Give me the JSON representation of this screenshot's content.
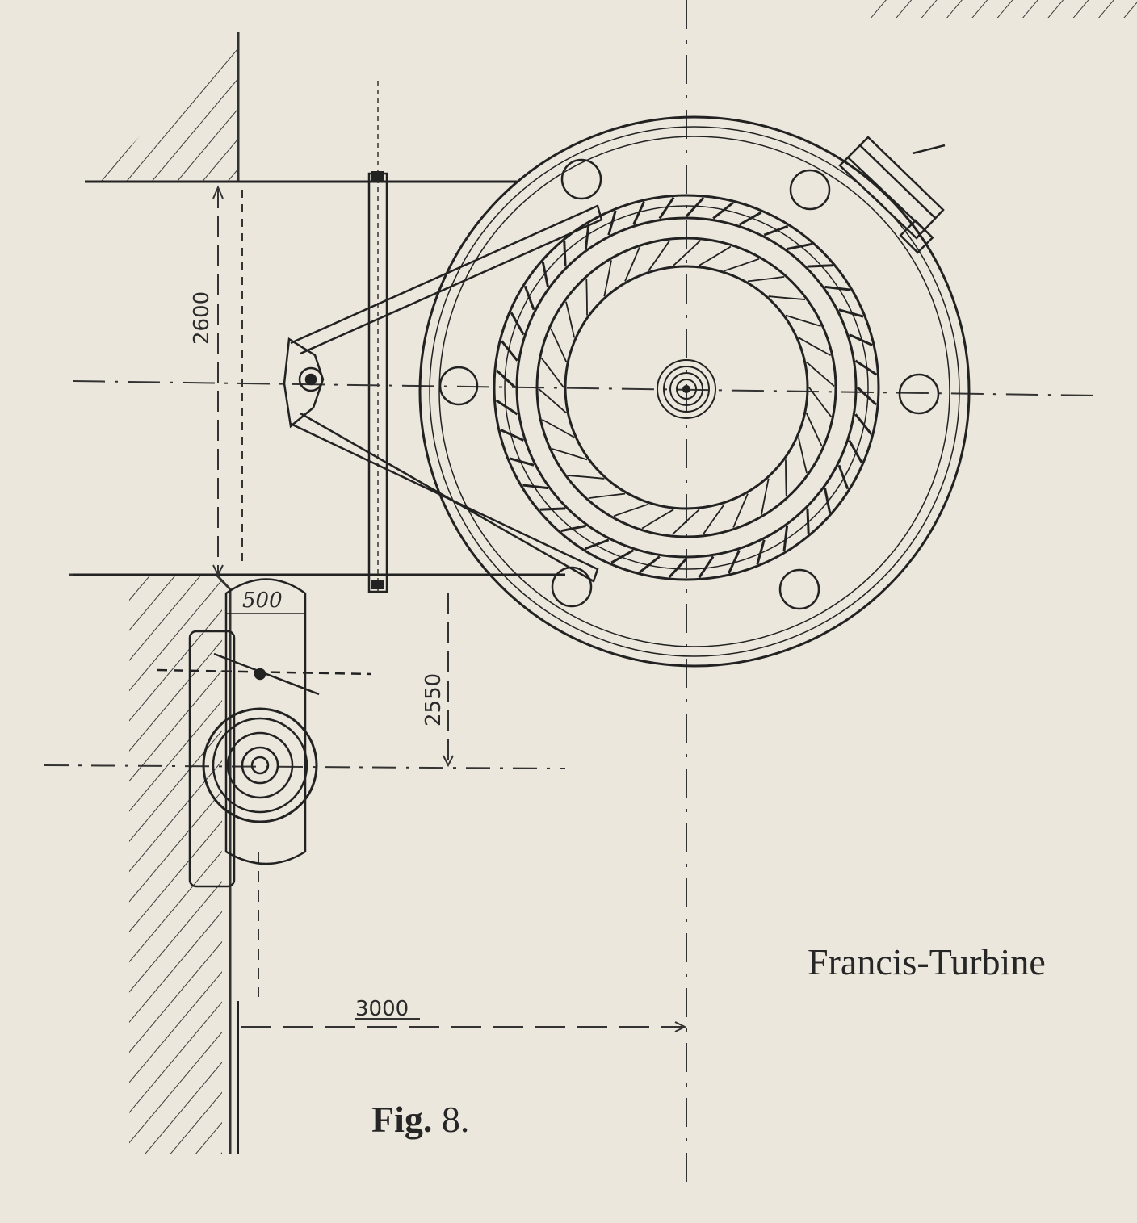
{
  "figure": {
    "label_prefix": "Fig.",
    "label_number": "8."
  },
  "caption": "Francis-Turbine",
  "dimensions": {
    "d2600": "2600",
    "d500": "500",
    "d2550": "2550",
    "d3000": "3000"
  }
}
